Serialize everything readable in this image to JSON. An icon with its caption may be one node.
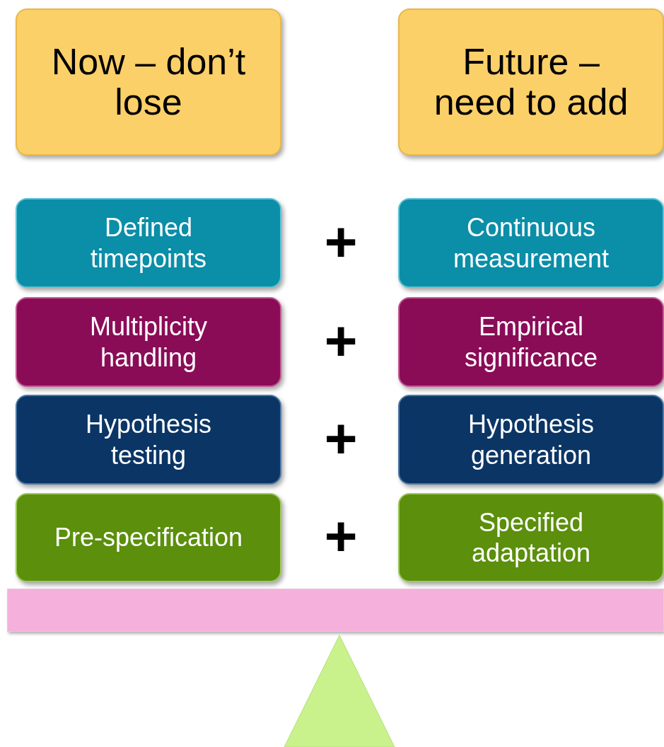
{
  "diagram": {
    "nodes": [
      {
        "text": [
          "Now – don’t lose"
        ]
      },
      {
        "text": [
          "Future – need to add"
        ]
      },
      {
        "text": [
          "Defined timepoints"
        ]
      },
      {
        "text": [
          "Continuous measurement"
        ]
      },
      {
        "text": [
          "Multiplicity handling"
        ]
      },
      {
        "text": [
          "Empirical significance"
        ]
      },
      {
        "text": [
          "Hypothesis testing"
        ]
      },
      {
        "text": [
          "Hypothesis generation"
        ]
      },
      {
        "text": [
          "Pre-specification"
        ]
      },
      {
        "text": [
          "Specified adaptation"
        ]
      },
      {
        "text": [],
        "shape": "bar"
      },
      {
        "text": [],
        "shape": "triangle"
      }
    ],
    "labels": [
      "+",
      "+",
      "+",
      "+"
    ]
  }
}
